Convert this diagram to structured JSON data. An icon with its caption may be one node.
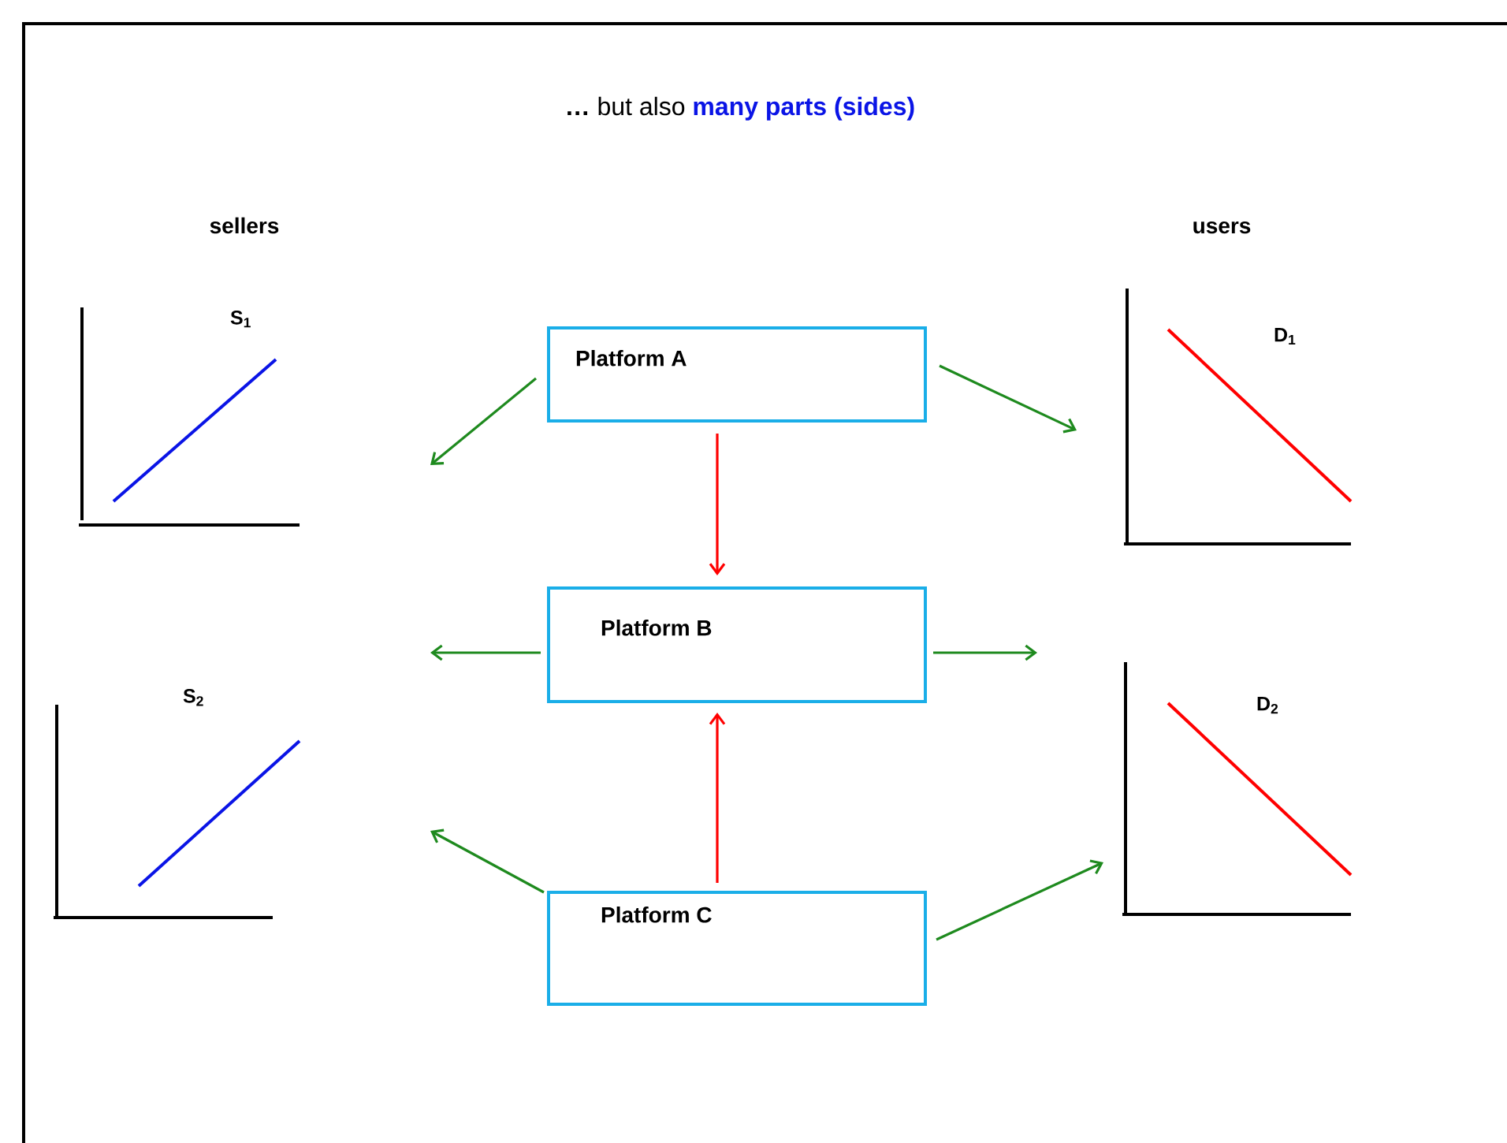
{
  "diagram": {
    "title": "**…** but also",
    "nodes": [
      {
        "text": [
          "Platform A"
        ]
      },
      {
        "text": [
          "Platform B"
        ]
      },
      {
        "text": [
          "Platform C"
        ]
      },
      {
        "text": [
          "S$_{1}$"
        ]
      },
      {
        "text": [
          "S$_{2}$"
        ]
      },
      {
        "text": [
          "D$_{1}$"
        ]
      },
      {
        "text": [
          "D$_{2}$"
        ]
      }
    ],
    "edges": [
      {
        "from": 0,
        "to": null,
        "arrow": "to"
      },
      {
        "from": 0,
        "to": 5,
        "arrow": "to"
      },
      {
        "from": 0,
        "to": 1,
        "arrow": "to",
        "color": "#ff0000"
      },
      {
        "from": 1,
        "to": null,
        "arrow": "to"
      },
      {
        "from": 1,
        "to": null,
        "arrow": "to"
      },
      {
        "from": 2,
        "to": 1,
        "arrow": "to",
        "color": "#ff0000"
      },
      {
        "from": 2,
        "to": null,
        "arrow": "to"
      },
      {
        "from": 2,
        "to": 6,
        "arrow": "to"
      }
    ],
    "labels": [
      "many parts (sides)",
      "sellers",
      "users"
    ]
  }
}
